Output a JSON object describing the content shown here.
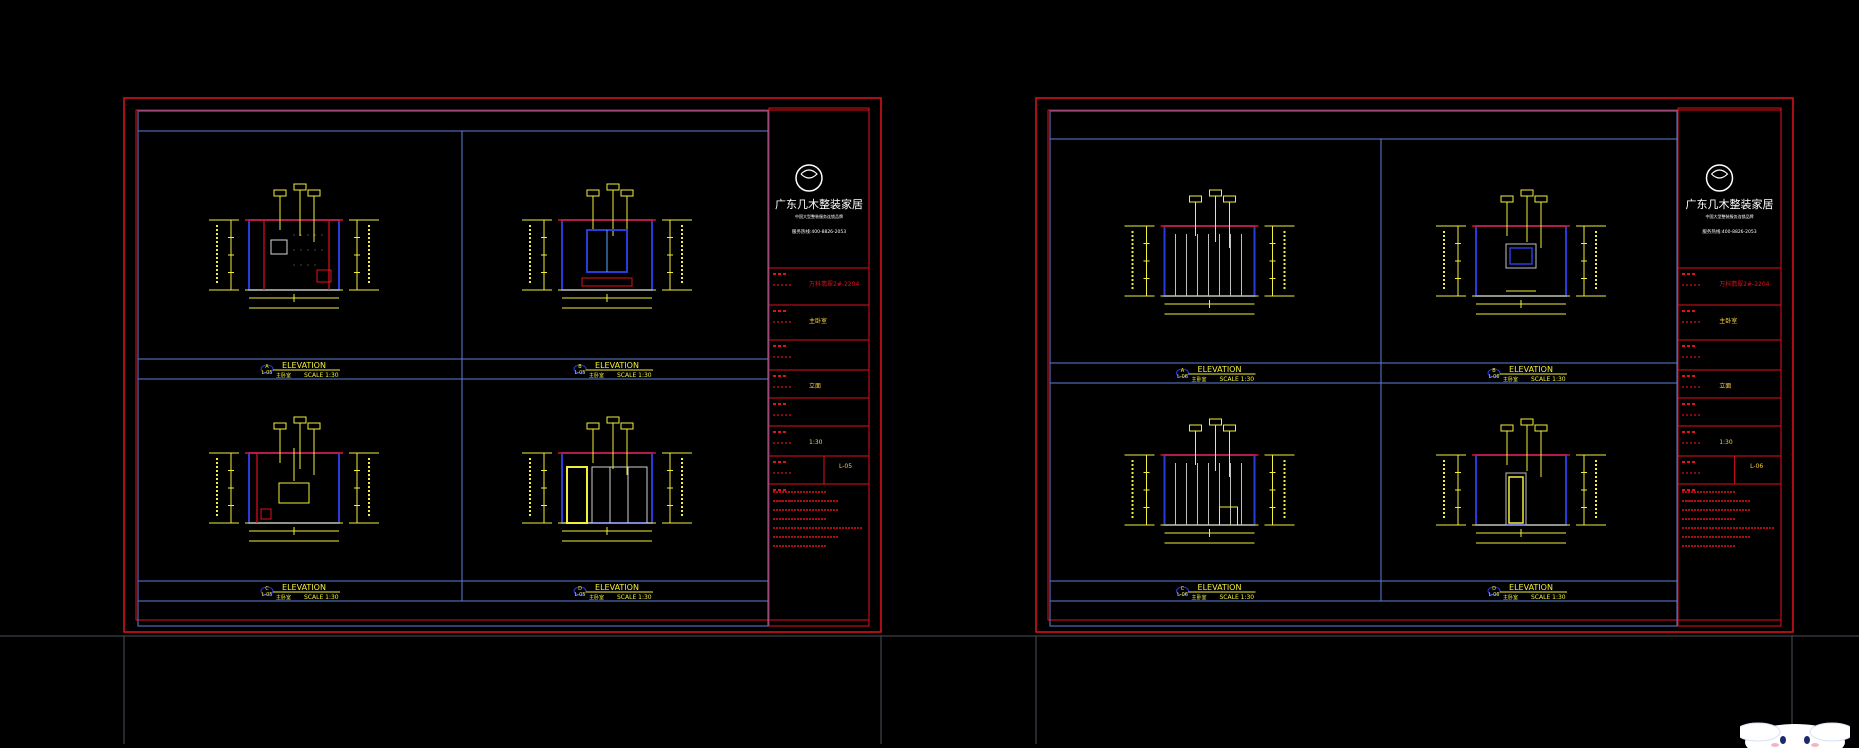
{
  "colors": {
    "background": "#000000",
    "frame": "#e0121b",
    "panel_grid": "#5b7fd6",
    "dim_yellow": "#f2ee3a",
    "wall_blue": "#2b3bd8",
    "white": "#ffffff"
  },
  "sheets": [
    {
      "drawing_no": "L-05",
      "scale": "1:30",
      "views": [
        {
          "letter": "A",
          "title": "ELEVATION",
          "ref": "L-05",
          "room": "主卧室",
          "scale_text": "SCALE 1:30",
          "variant": "a"
        },
        {
          "letter": "B",
          "title": "ELEVATION",
          "ref": "L-05",
          "room": "主卧室",
          "scale_text": "SCALE 1:30",
          "variant": "b"
        },
        {
          "letter": "C",
          "title": "ELEVATION",
          "ref": "L-05",
          "room": "主卧室",
          "scale_text": "SCALE 1:30",
          "variant": "c"
        },
        {
          "letter": "D",
          "title": "ELEVATION",
          "ref": "L-05",
          "room": "主卧室",
          "scale_text": "SCALE 1:30",
          "variant": "d"
        }
      ],
      "titleblock": {
        "company": "广东几木整装家居",
        "tagline": "中国大型整装服务连锁品牌",
        "hotline": "服务热线:400-8826-2053",
        "project_value": "万科翡翠2#-2204",
        "area_value": "主卧室",
        "drawing_value": "立面",
        "scale_value": "1:30",
        "no_value": "L-05"
      }
    },
    {
      "drawing_no": "L-06",
      "scale": "1:30",
      "views": [
        {
          "letter": "A",
          "title": "ELEVATION",
          "ref": "L-06",
          "room": "主卧室",
          "scale_text": "SCALE 1:30",
          "variant": "e"
        },
        {
          "letter": "B",
          "title": "ELEVATION",
          "ref": "L-06",
          "room": "主卧室",
          "scale_text": "SCALE 1:30",
          "variant": "f"
        },
        {
          "letter": "C",
          "title": "ELEVATION",
          "ref": "L-06",
          "room": "主卧室",
          "scale_text": "SCALE 1:30",
          "variant": "g"
        },
        {
          "letter": "D",
          "title": "ELEVATION",
          "ref": "L-06",
          "room": "主卧室",
          "scale_text": "SCALE 1:30",
          "variant": "h"
        }
      ],
      "titleblock": {
        "company": "广东几木整装家居",
        "tagline": "中国大型整装服务连锁品牌",
        "hotline": "服务热线:400-8826-2053",
        "project_value": "万科翡翠2#-2204",
        "area_value": "主卧室",
        "drawing_value": "立面",
        "scale_value": "1:30",
        "no_value": "L-06"
      }
    }
  ]
}
